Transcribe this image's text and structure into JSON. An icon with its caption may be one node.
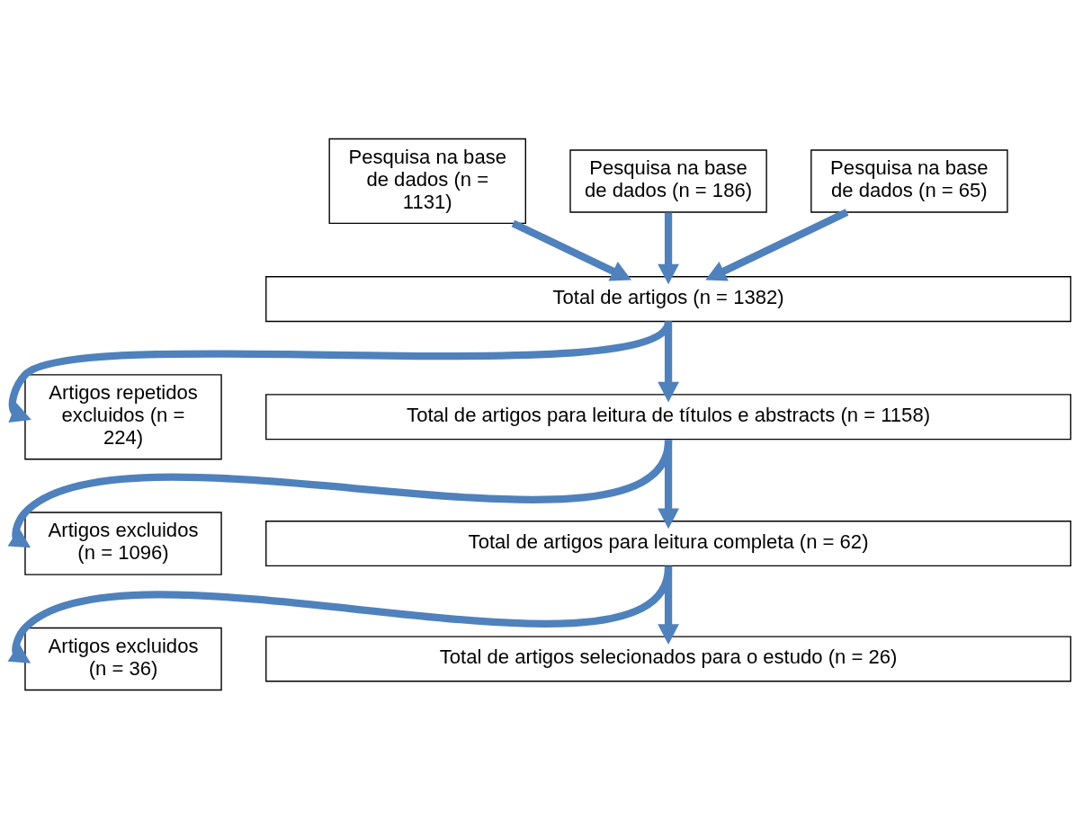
{
  "diagram": {
    "nodes": [
      {
        "text": [
          "Pesquisa na base de dados (n = 1131)"
        ]
      },
      {
        "text": [
          "Pesquisa na base de dados (n = 186)"
        ]
      },
      {
        "text": [
          "Pesquisa na base de dados (n = 65)"
        ]
      },
      {
        "text": [
          "Total de artigos (n = 1382)"
        ]
      },
      {
        "text": [
          "Artigos repetidos excluidos (n = 224)"
        ]
      },
      {
        "text": [
          "Total de artigos para leitura de títulos e abstracts (n = 1158)"
        ]
      },
      {
        "text": [
          "Artigos excluidos (n = 1096)"
        ]
      },
      {
        "text": [
          "Total de artigos para leitura completa (n = 62)"
        ]
      },
      {
        "text": [
          "Artigos excluidos (n = 36)"
        ]
      },
      {
        "text": [
          "Total de artigos selecionados para o estudo (n = 26)"
        ]
      }
    ],
    "edges": [
      {
        "from": 0,
        "to": 3,
        "arrow": "to"
      },
      {
        "from": 1,
        "to": 3,
        "arrow": "to"
      },
      {
        "from": 2,
        "to": 3,
        "arrow": "to"
      },
      {
        "from": 3,
        "to": 5,
        "arrow": "to"
      },
      {
        "from": 3,
        "to": 4,
        "arrow": "to"
      },
      {
        "from": 5,
        "to": 7,
        "arrow": "to"
      },
      {
        "from": 5,
        "to": 6,
        "arrow": "to"
      },
      {
        "from": 7,
        "to": 9,
        "arrow": "to"
      },
      {
        "from": 7,
        "to": 8,
        "arrow": "to"
      }
    ]
  }
}
